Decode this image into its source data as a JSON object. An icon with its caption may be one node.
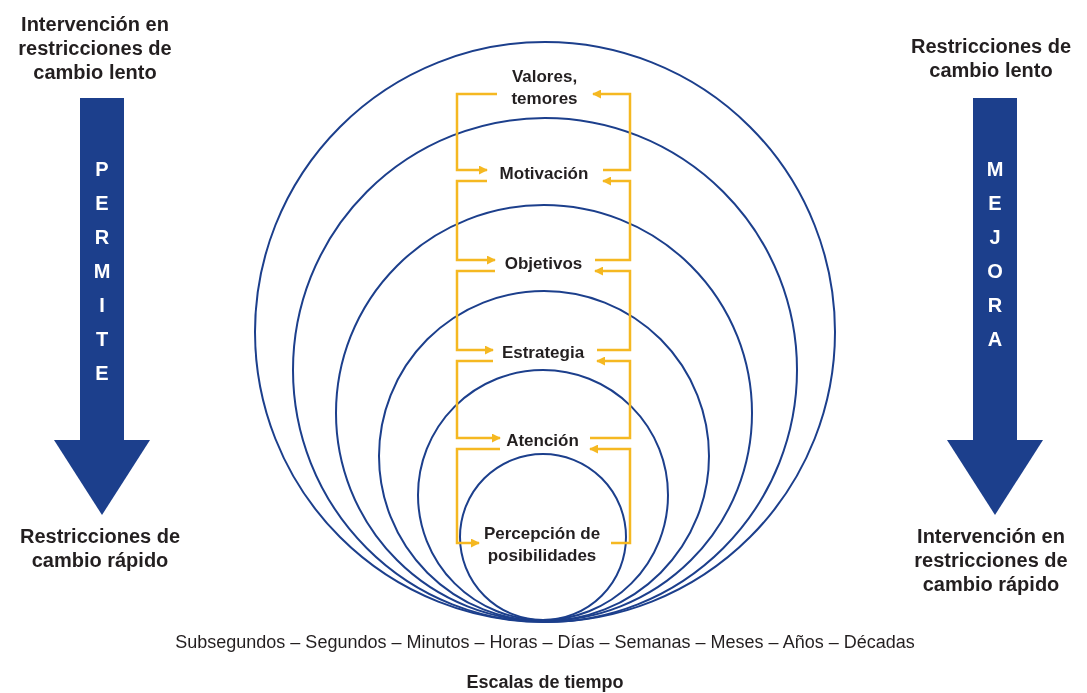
{
  "diagram": {
    "nodes": [
      {
        "text": [],
        "shape": "circle"
      },
      {
        "text": [
          "Valores, temores"
        ],
        "in": 0
      },
      {
        "text": [],
        "shape": "circle",
        "in": 0
      },
      {
        "text": [
          "Motivación"
        ],
        "in": 2
      },
      {
        "text": [],
        "shape": "circle",
        "in": 2
      },
      {
        "text": [
          "Objetivos"
        ],
        "in": 4
      },
      {
        "text": [],
        "shape": "circle",
        "in": 4
      },
      {
        "text": [
          "Estrategia"
        ],
        "in": 6
      },
      {
        "text": [],
        "shape": "circle",
        "in": 6
      },
      {
        "text": [
          "Atención"
        ],
        "in": 8
      },
      {
        "text": [],
        "shape": "circle",
        "in": 8
      },
      {
        "text": [
          "Percepción de posibilidades"
        ],
        "in": 10
      },
      {
        "text": [
          "Intervención en restricciones de cambio lento"
        ]
      },
      {
        "text": [
          "Restricciones de cambio rápido"
        ]
      },
      {
        "text": [
          "Restricciones de cambio lento"
        ]
      },
      {
        "text": [
          "Intervención en restricciones de cambio rápido"
        ]
      }
    ],
    "edges": [
      {
        "from": 1,
        "to": 3,
        "arrow": "to"
      },
      {
        "from": 3,
        "to": 1,
        "arrow": "to"
      },
      {
        "from": 3,
        "to": 5,
        "arrow": "to"
      },
      {
        "from": 5,
        "to": 3,
        "arrow": "to"
      },
      {
        "from": 5,
        "to": 7,
        "arrow": "to"
      },
      {
        "from": 7,
        "to": 5,
        "arrow": "to"
      },
      {
        "from": 7,
        "to": 9,
        "arrow": "to"
      },
      {
        "from": 9,
        "to": 7,
        "arrow": "to"
      },
      {
        "from": 9,
        "to": 11,
        "arrow": "to"
      },
      {
        "from": 11,
        "to": 9,
        "arrow": "to"
      },
      {
        "from": 12,
        "to": 13,
        "arrow": "to",
        "label": "PERMITE",
        "style": "thick",
        "color": "#1c3f8c"
      },
      {
        "from": 14,
        "to": 15,
        "arrow": "to",
        "label": "MEJORA",
        "style": "thick",
        "color": "#1c3f8c"
      }
    ],
    "labels": [
      "Subsegundos – Segundos – Minutos – Horas – Días – Semanas – Meses – Años – Décadas",
      "Escalas de tiempo"
    ]
  }
}
